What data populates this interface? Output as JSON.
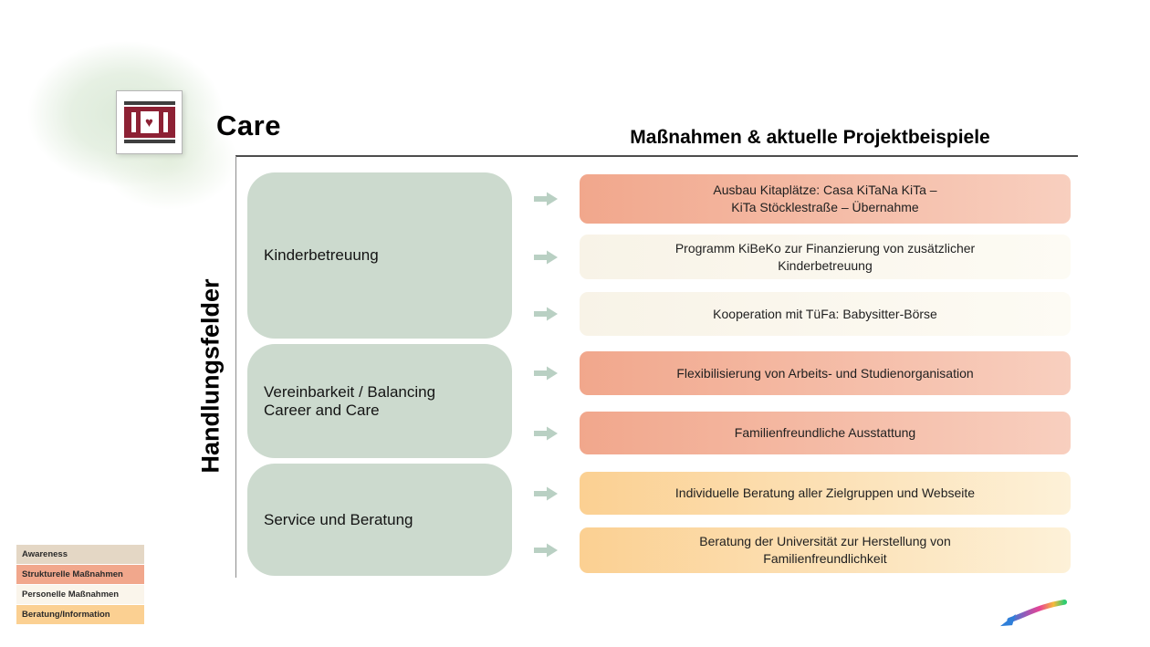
{
  "header": {
    "title": "Care",
    "measures_title": "Maßnahmen & aktuelle Projektbeispiele"
  },
  "sidebar": {
    "label": "Handlungsfelder"
  },
  "fields": [
    {
      "label": "Kinderbetreuung"
    },
    {
      "label": "Vereinbarkeit / Balancing\nCareer and Care"
    },
    {
      "label": "Service und Beratung"
    }
  ],
  "measures": [
    {
      "text": "Ausbau Kitaplätze: Casa KiTaNa KiTa –\nKiTa Stöcklestraße – Übernahme",
      "category": "Strukturelle Maßnahmen"
    },
    {
      "text": "Programm KiBeKo zur Finanzierung von zusätzlicher\nKinderbetreuung",
      "category": "Personelle Maßnahmen"
    },
    {
      "text": "Kooperation mit TüFa: Babysitter-Börse",
      "category": "Personelle Maßnahmen"
    },
    {
      "text": "Flexibilisierung von Arbeits- und Studienorganisation",
      "category": "Strukturelle Maßnahmen"
    },
    {
      "text": "Familienfreundliche Ausstattung",
      "category": "Strukturelle Maßnahmen"
    },
    {
      "text": "Individuelle Beratung aller Zielgruppen und Webseite",
      "category": "Beratung/Information"
    },
    {
      "text": "Beratung der Universität zur Herstellung von\nFamilienfreundlichkeit",
      "category": "Beratung/Information"
    }
  ],
  "legend": [
    {
      "label": "Awareness",
      "color": "#e4d7c5"
    },
    {
      "label": "Strukturelle Maßnahmen",
      "color": "#f1a78c"
    },
    {
      "label": "Personelle Maßnahmen",
      "color": "#faf5eb"
    },
    {
      "label": "Beratung/Information",
      "color": "#fbd092"
    }
  ],
  "colors": {
    "field_green": "#ccdace",
    "arrow_green": "#b9d0c3",
    "salmon": "#f1a78c",
    "cream": "#f8f3e7",
    "orange": "#fbd092",
    "logo_maroon": "#8d2134",
    "rule_dark": "#4d4d4d"
  }
}
